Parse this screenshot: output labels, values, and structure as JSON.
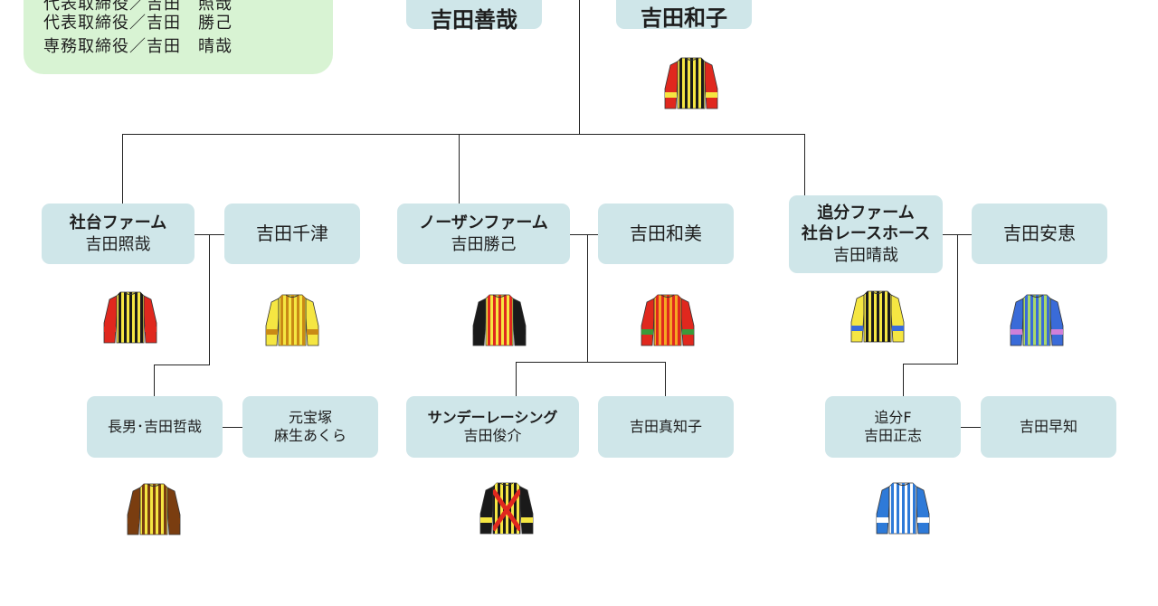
{
  "company_note": {
    "line1": "代表取締役／吉田　照哉",
    "line2": "代表取締役／吉田　勝己",
    "line3": "専務取締役／吉田　晴哉"
  },
  "parents": {
    "father": "吉田善哉",
    "mother": "吉田和子"
  },
  "branches": {
    "shadai": {
      "farm": "社台ファーム",
      "owner": "吉田照哉",
      "spouse": "吉田千津",
      "child": "長男･吉田哲哉",
      "child_spouse_1": "元宝塚",
      "child_spouse_2": "麻生あくら"
    },
    "northern": {
      "farm": "ノーザンファーム",
      "owner": "吉田勝己",
      "spouse": "吉田和美",
      "child_org": "サンデーレーシング",
      "child": "吉田俊介",
      "child_spouse": "吉田真知子"
    },
    "oiwake": {
      "farm_1": "追分ファーム",
      "farm_2": "社台レースホース",
      "owner": "吉田晴哉",
      "spouse": "吉田安恵",
      "child_org": "追分F",
      "child": "吉田正志",
      "child_spouse": "吉田早知"
    }
  },
  "silks": {
    "kazuko": {
      "base": "#f5e642",
      "stripe": "#1a1a1a",
      "sleeve": "#e0281e",
      "band": "#f5e642"
    },
    "teruya": {
      "base": "#f5e642",
      "stripe": "#1a1a1a",
      "sleeve": "#e0281e",
      "band": "#e0281e"
    },
    "chizu": {
      "base": "#f5e642",
      "stripe": "#c98a16",
      "sleeve": "#f5e642",
      "band": "#c98a16"
    },
    "katsumi": {
      "base": "#f5e642",
      "stripe": "#e0281e",
      "sleeve": "#1a1a1a",
      "band": "#1a1a1a"
    },
    "kazumi": {
      "base": "#f5a623",
      "stripe": "#e0281e",
      "sleeve": "#e0281e",
      "band": "#3a9a3a"
    },
    "haruya": {
      "base": "#f5e642",
      "stripe": "#1a1a1a",
      "sleeve": "#f5e642",
      "band": "#3a6bd8"
    },
    "yasue": {
      "base": "#a8d86a",
      "stripe": "#3a6bd8",
      "sleeve": "#3a6bd8",
      "band": "#d080d8"
    },
    "tetsuya": {
      "base": "#f5e642",
      "stripe": "#7a3d10",
      "sleeve": "#7a3d10",
      "band": "#7a3d10"
    },
    "sunday": {
      "base": "#1a1a1a",
      "stripe": "#f5e642",
      "sleeve": "#1a1a1a",
      "band": "#f5e642",
      "cross": "#e0281e"
    },
    "masashi": {
      "base": "#ffffff",
      "stripe": "#2e7ad8",
      "sleeve": "#2e7ad8",
      "band": "#ffffff"
    }
  }
}
